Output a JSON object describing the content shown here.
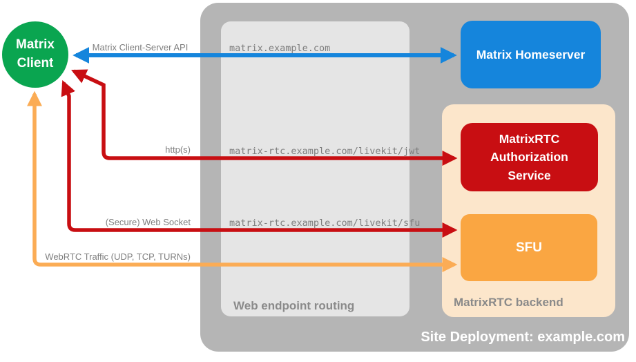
{
  "diagram_title": "Site Deployment: example.com",
  "colors": {
    "green": "#0AA550",
    "blue": "#1585DC",
    "red": "#C80E12",
    "orange_box": "#FAA642",
    "orange_arrow": "#FBAC55",
    "peach": "#FCE6CB",
    "container_gray": "#B5B5B5",
    "panel_gray": "#E5E5E5",
    "text_gray": "#7E7E7E",
    "white": "#FFFFFF"
  },
  "client": {
    "line1": "Matrix",
    "line2": "Client"
  },
  "homeserver": {
    "label": "Matrix Homeserver"
  },
  "backend": {
    "label": "MatrixRTC backend",
    "auth": {
      "line1": "MatrixRTC",
      "line2": "Authorization",
      "line3": "Service"
    },
    "sfu": {
      "label": "SFU"
    }
  },
  "routing": {
    "label": "Web endpoint routing",
    "hosts": [
      "matrix.example.com",
      "matrix-rtc.example.com/livekit/jwt",
      "matrix-rtc.example.com/livekit/sfu"
    ]
  },
  "connections": {
    "client_server_api": {
      "label": "Matrix Client-Server API"
    },
    "http": {
      "label": "http(s)"
    },
    "websocket": {
      "label": "(Secure) Web Socket"
    },
    "webrtc": {
      "label": "WebRTC Traffic (UDP, TCP, TURNs)"
    }
  }
}
